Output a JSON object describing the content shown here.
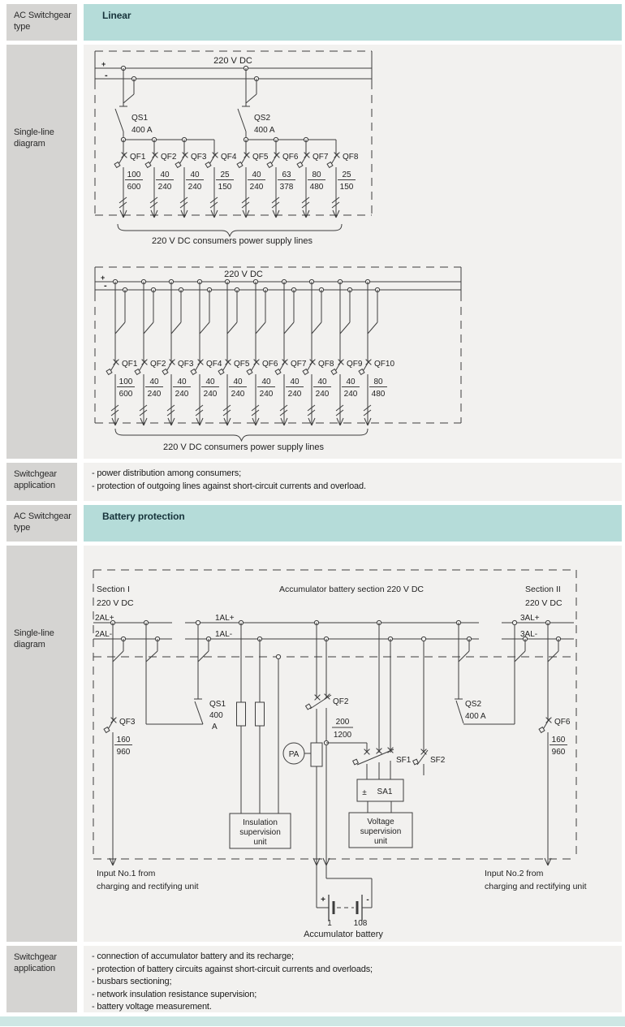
{
  "colors": {
    "teal": "#b5dcd9",
    "teal_light": "#cde7e4",
    "label_bg": "#d5d4d2",
    "cell_bg": "#f2f1ef",
    "line": "#3d3d3d",
    "text": "#1c1c1c"
  },
  "rows": [
    {
      "label": "AC Switchgear type",
      "header": "Linear"
    },
    {
      "label": "Single-line diagram"
    },
    {
      "label": "Switchgear application",
      "bullets": [
        "- power distribution among consumers;",
        "- protection of outgoing lines against short-circuit currents and overload."
      ]
    },
    {
      "label": "AC Switchgear type",
      "header": "Battery protection"
    },
    {
      "label": "Single-line diagram"
    },
    {
      "label": "Switchgear application",
      "bullets": [
        "-  connection of accumulator battery and its recharge;",
        "-  protection of battery circuits against short-circuit currents and overloads;",
        "-  busbars sectioning;",
        "-  network insulation resistance supervision;",
        "-  battery voltage measurement."
      ]
    }
  ],
  "linear1": {
    "title": "220 V DC",
    "plus": "+",
    "minus": "-",
    "switches": [
      {
        "name": "QS1",
        "rating": "400 A"
      },
      {
        "name": "QS2",
        "rating": "400 A"
      }
    ],
    "feeders": [
      {
        "name": "QF1",
        "num": "100",
        "den": "600"
      },
      {
        "name": "QF2",
        "num": "40",
        "den": "240"
      },
      {
        "name": "QF3",
        "num": "40",
        "den": "240"
      },
      {
        "name": "QF4",
        "num": "25",
        "den": "150"
      },
      {
        "name": "QF5",
        "num": "40",
        "den": "240"
      },
      {
        "name": "QF6",
        "num": "63",
        "den": "378"
      },
      {
        "name": "QF7",
        "num": "80",
        "den": "480"
      },
      {
        "name": "QF8",
        "num": "25",
        "den": "150"
      }
    ],
    "caption": "220 V DC consumers power supply lines"
  },
  "linear2": {
    "title": "220 V DC",
    "plus": "+",
    "minus": "-",
    "feeders": [
      {
        "name": "QF1",
        "num": "100",
        "den": "600"
      },
      {
        "name": "QF2",
        "num": "40",
        "den": "240"
      },
      {
        "name": "QF3",
        "num": "40",
        "den": "240"
      },
      {
        "name": "QF4",
        "num": "40",
        "den": "240"
      },
      {
        "name": "QF5",
        "num": "40",
        "den": "240"
      },
      {
        "name": "QF6",
        "num": "40",
        "den": "240"
      },
      {
        "name": "QF7",
        "num": "40",
        "den": "240"
      },
      {
        "name": "QF8",
        "num": "40",
        "den": "240"
      },
      {
        "name": "QF9",
        "num": "40",
        "den": "240"
      },
      {
        "name": "QF10",
        "num": "80",
        "den": "480"
      }
    ],
    "caption": "220 V DC consumers power supply lines"
  },
  "battery": {
    "section_left": [
      "Section I",
      "220 V DC"
    ],
    "section_title": "Accumulator battery section 220 V DC",
    "section_right": [
      "Section II",
      "220 V DC"
    ],
    "bus_labels": {
      "left_plus": "2AL+",
      "left_minus": "2AL-",
      "mid_plus": "1AL+",
      "mid_minus": "1AL-",
      "right_plus": "3AL+",
      "right_minus": "3AL-"
    },
    "devices": {
      "qf3": {
        "name": "QF3",
        "num": "160",
        "den": "960"
      },
      "qs1": {
        "name": "QS1",
        "rating_lines": [
          "400",
          "A"
        ]
      },
      "qf2": {
        "name": "QF2",
        "num": "200",
        "den": "1200"
      },
      "pa": "PA",
      "sf1": "SF1",
      "sf2": "SF2",
      "sa1": "SA1",
      "sa1_symbol": "±",
      "qs2": {
        "name": "QS2",
        "rating": "400 A"
      },
      "qf6": {
        "name": "QF6",
        "num": "160",
        "den": "960"
      }
    },
    "insulation_unit_lines": [
      "Insulation",
      "supervision",
      "unit"
    ],
    "voltage_unit_lines": [
      "Voltage",
      "supervision",
      "unit"
    ],
    "input1_lines": [
      "Input No.1 from",
      "charging and rectifying unit"
    ],
    "input2_lines": [
      "Input No.2 from",
      "charging and rectifying unit"
    ],
    "battery_symbol": {
      "plus": "+",
      "minus": "-",
      "first_cell": "1",
      "last_cell": "108",
      "caption": "Accumulator battery"
    }
  }
}
